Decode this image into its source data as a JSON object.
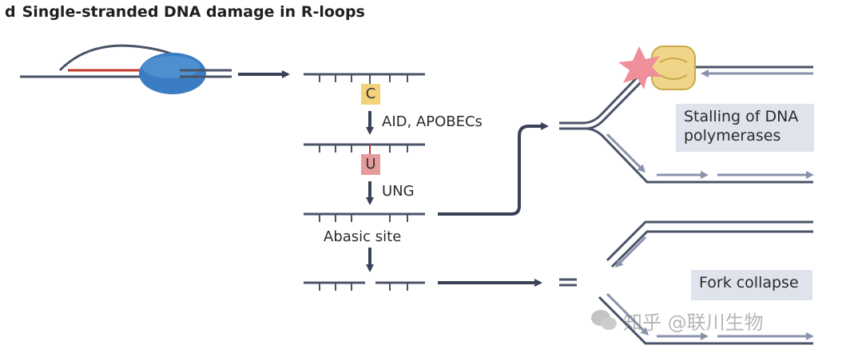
{
  "heading": {
    "letter": "d",
    "title": "Single-stranded DNA damage in R-loops"
  },
  "bases": {
    "c": "C",
    "u": "U"
  },
  "steps": {
    "step1": "AID, APOBECs",
    "step2": "UNG",
    "step3": "Abasic site"
  },
  "outcomes": {
    "stalling": [
      "Stalling of DNA",
      "polymerases"
    ],
    "collapse": "Fork collapse"
  },
  "watermark": "知乎 @联川生物",
  "colors": {
    "dna": "#4a5368",
    "rna": "#c0392b",
    "polymerase": "#3a7dc4",
    "c_base": "#f3d27a",
    "u_base": "#e59b9b",
    "helicase": "#f0d588",
    "burst": "#ee8f99",
    "box": "#dfe3ec"
  }
}
